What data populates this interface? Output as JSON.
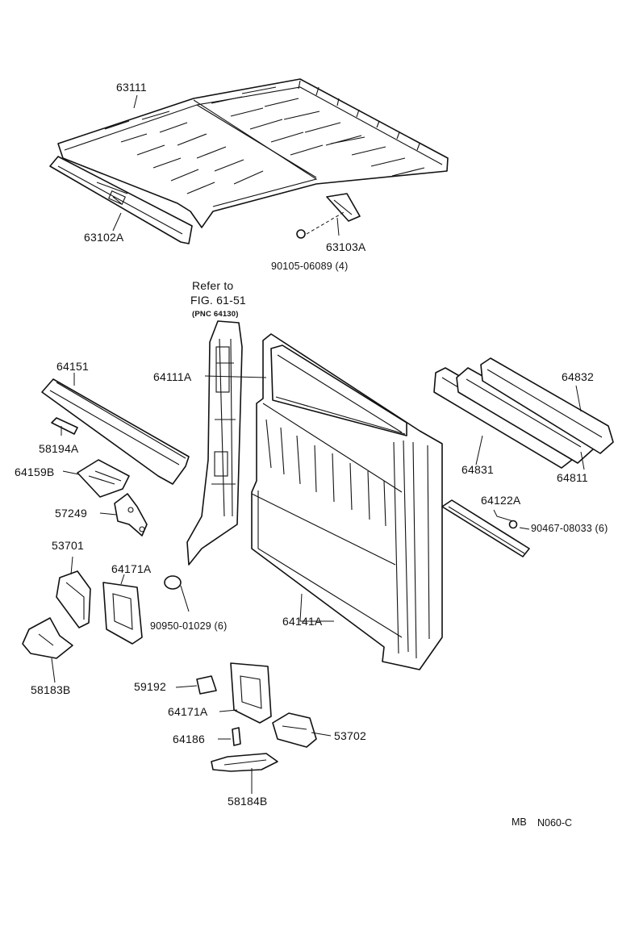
{
  "labels": {
    "p63111": "63111",
    "p63102A": "63102A",
    "p63103A": "63103A",
    "p90105": "90105-06089 (4)",
    "refer": "Refer to",
    "fig": "FIG. 61-51",
    "pnc": "(PNC 64130)",
    "p64151": "64151",
    "p64111A": "64111A",
    "p64832": "64832",
    "p58194A": "58194A",
    "p64159B": "64159B",
    "p57249": "57249",
    "p64831": "64831",
    "p64122A": "64122A",
    "p90467": "90467-08033 (6)",
    "p64811": "64811",
    "p53701": "53701",
    "p64171A_a": "64171A",
    "p90950": "90950-01029 (6)",
    "p64141A": "64141A",
    "p58183B": "58183B",
    "p59192": "59192",
    "p64171A_b": "64171A",
    "p53702": "53702",
    "p64186": "64186",
    "p58184B": "58184B"
  },
  "footer": {
    "code1": "MB",
    "code2": "N060-C"
  }
}
